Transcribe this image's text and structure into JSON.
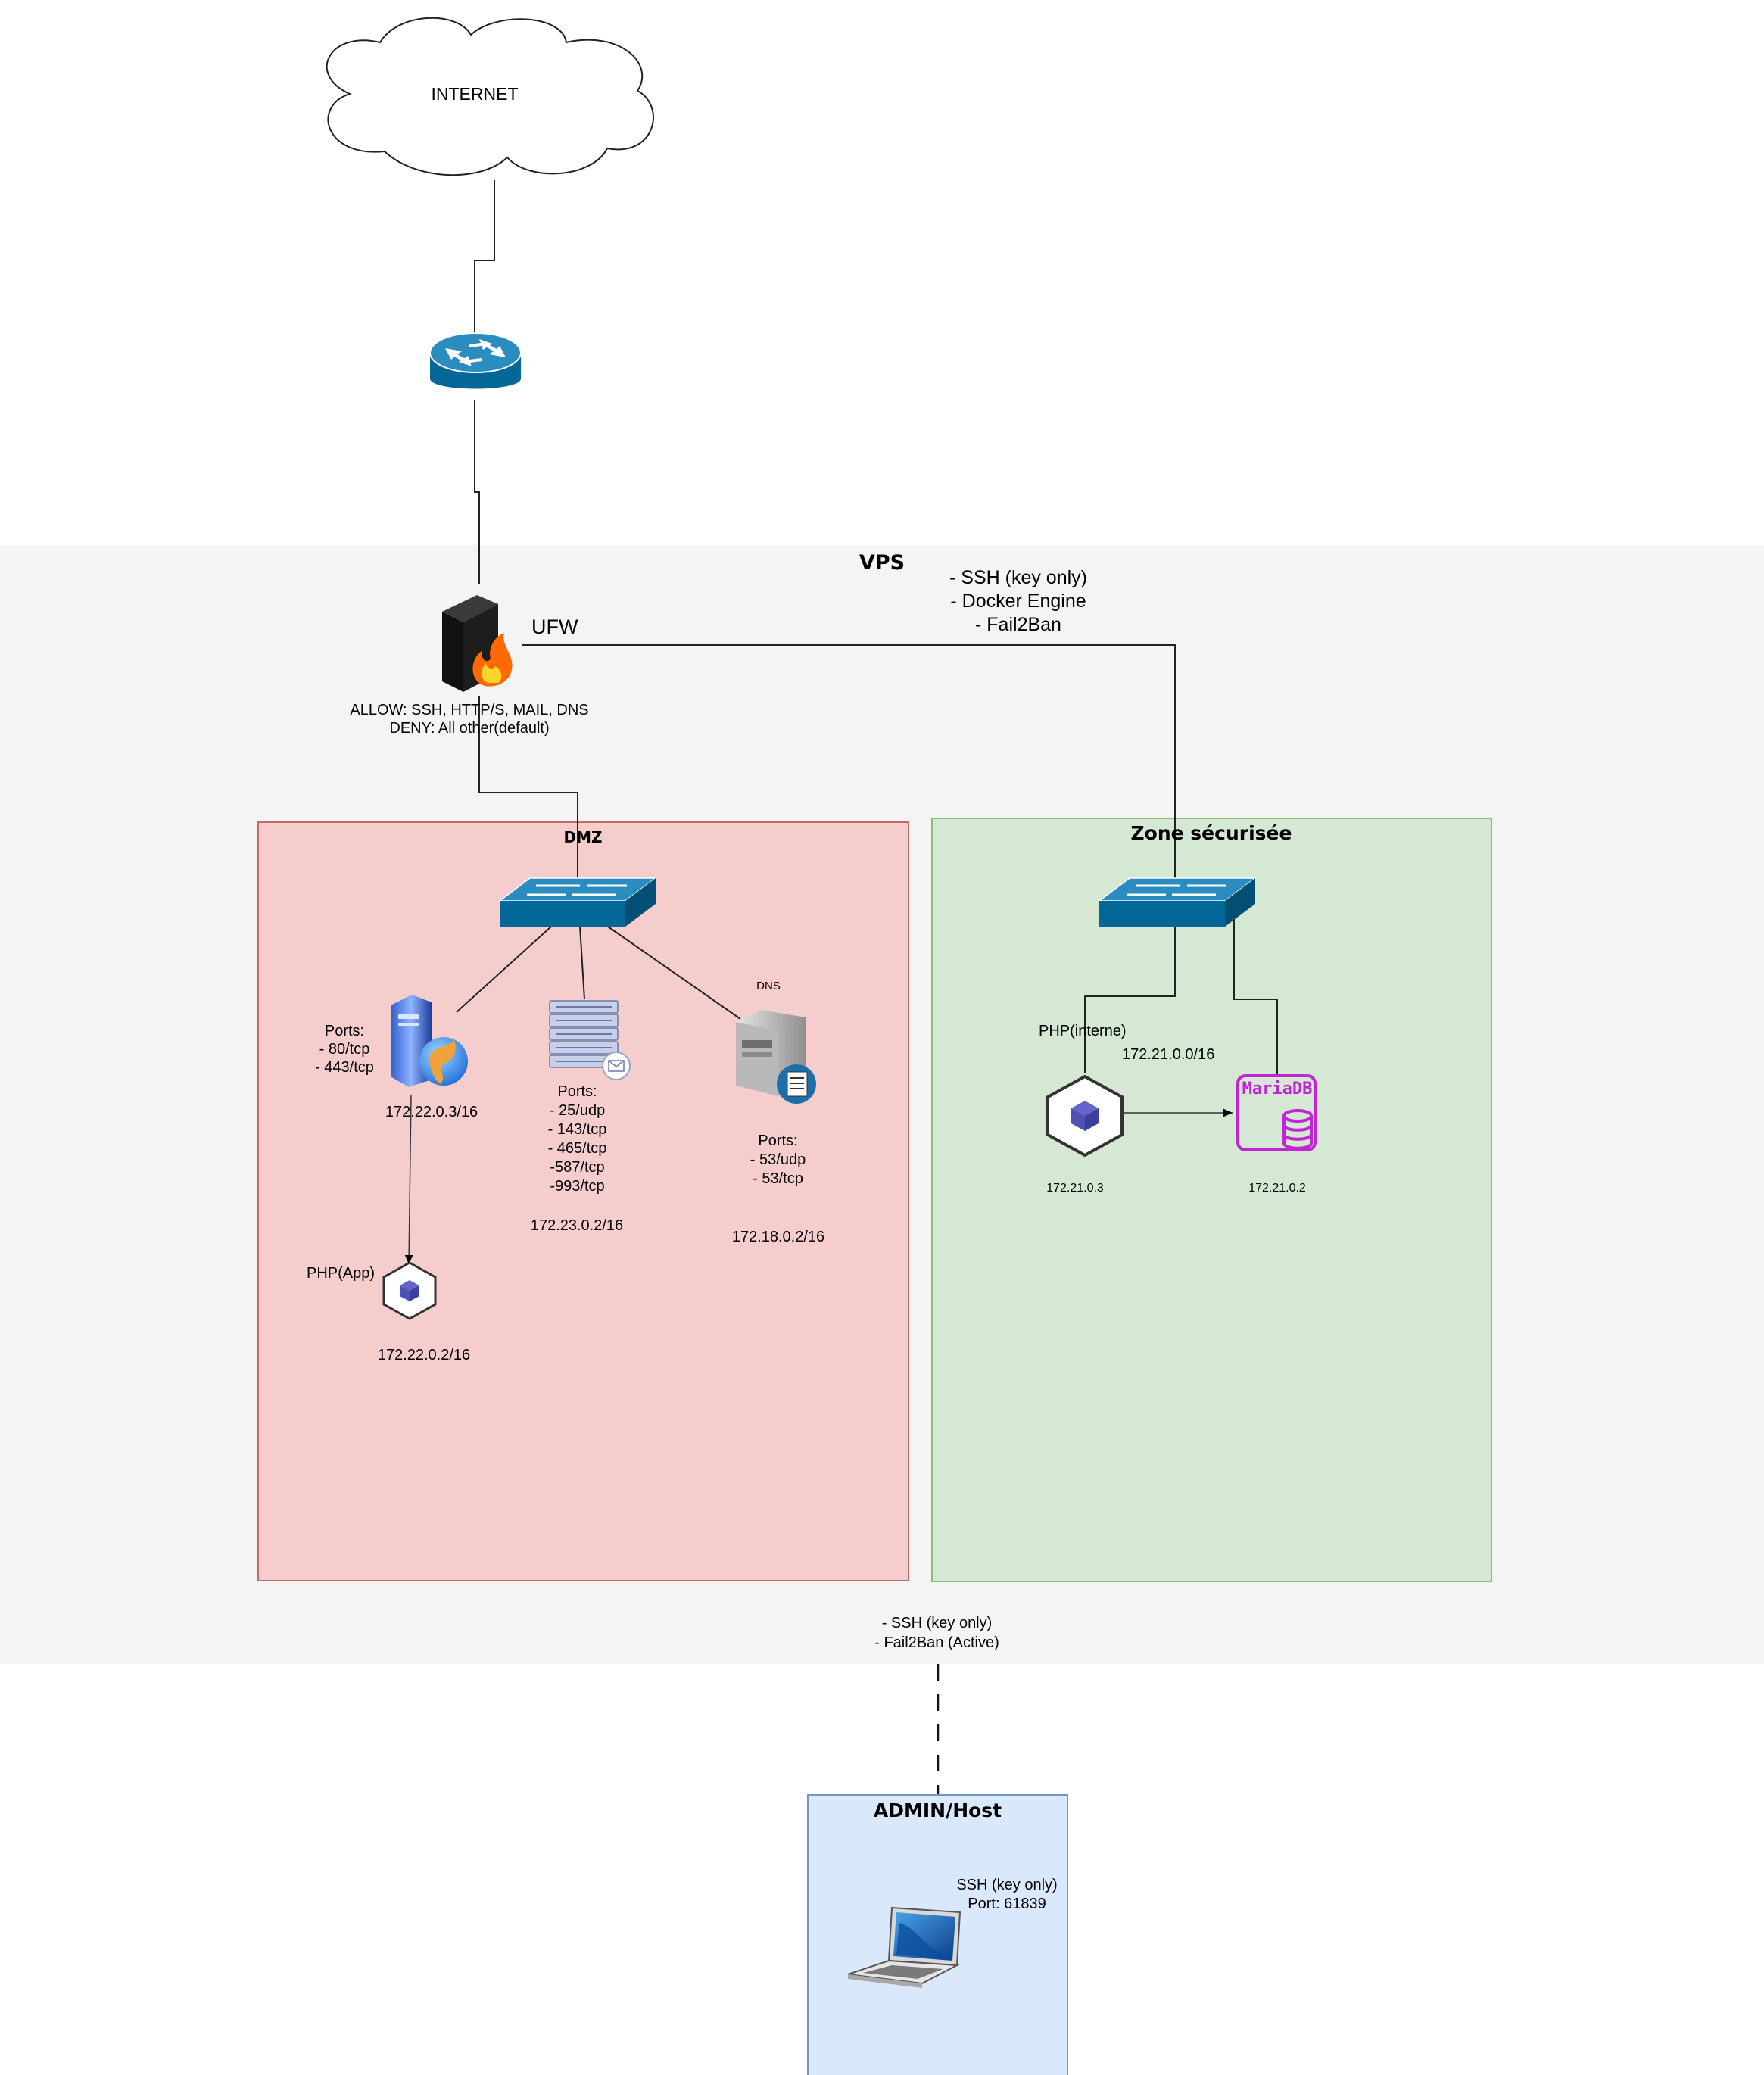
{
  "internet": {
    "label": "INTERNET"
  },
  "vps": {
    "title": "VPS",
    "features": "- SSH (key only)\n- Docker Engine\n- Fail2Ban",
    "admin_access": "- SSH (key only)\n- Fail2Ban (Active)"
  },
  "firewall": {
    "label": "UFW",
    "rules": "ALLOW: SSH, HTTP/S, MAIL, DNS\nDENY: All other(default)"
  },
  "dmz": {
    "title": "DMZ",
    "web": {
      "ports": "Ports:\n- 80/tcp\n- 443/tcp",
      "ip": "172.22.0.3/16"
    },
    "mail": {
      "ports": "Ports:\n- 25/udp\n- 143/tcp\n- 465/tcp\n-587/tcp\n-993/tcp",
      "ip": "172.23.0.2/16"
    },
    "dns": {
      "title": "DNS",
      "ports": "Ports:\n- 53/udp\n- 53/tcp",
      "ip": "172.18.0.2/16"
    },
    "php_app": {
      "label": "PHP(App)",
      "ip": "172.22.0.2/16"
    }
  },
  "secure": {
    "title": "Zone sécurisée",
    "php": {
      "label": "PHP(interne)",
      "ip": "172.21.0.3"
    },
    "subnet": "172.21.0.0/16",
    "db": {
      "logo": "MariaDB",
      "ip": "172.21.0.2"
    }
  },
  "admin": {
    "title": "ADMIN/Host",
    "ssh": "SSH (key only)\nPort: 61839"
  },
  "colors": {
    "vps_bg": "#f4f4f4",
    "dmz_fill": "#f6cdcd",
    "dmz_border": "#b85450",
    "secure_fill": "#d5e8d4",
    "secure_border": "#82b366",
    "admin_fill": "#dae8fc",
    "admin_border": "#6c8ebf",
    "cisco_blue": "#036897",
    "mariadb_purple": "#c026d3"
  }
}
